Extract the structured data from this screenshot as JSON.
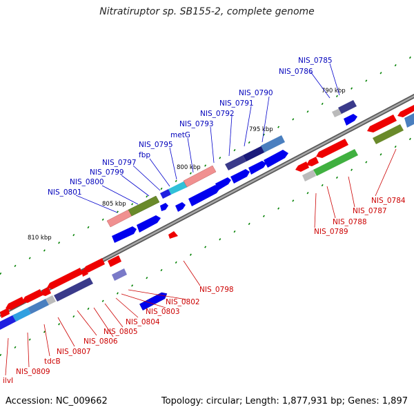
{
  "title": "Nitratiruptor sp. SB155-2, complete genome",
  "footer": {
    "accession": "Accession: NC_009662",
    "summary": "Topology: circular; Length: 1,877,931 bp; Genes: 1,897"
  },
  "colors": {
    "backbone": "#7f7f7f",
    "forward_label": "#0000bb",
    "reverse_label": "#cc0000",
    "tick": "#008000"
  },
  "ticks": [
    {
      "label": "790 kbp",
      "pos": 790
    },
    {
      "label": "795 kbp",
      "pos": 795
    },
    {
      "label": "800 kbp",
      "pos": 800
    },
    {
      "label": "805 kbp",
      "pos": 805
    },
    {
      "label": "810 kbp",
      "pos": 810
    }
  ],
  "forward_labels": [
    "NIS_0785",
    "NIS_0786",
    "NIS_0790",
    "NIS_0791",
    "NIS_0792",
    "NIS_0793",
    "metG",
    "NIS_0795",
    "fbp",
    "NIS_0797",
    "NIS_0799",
    "NIS_0800",
    "NIS_0801"
  ],
  "reverse_labels": [
    "NIS_0784",
    "NIS_0787",
    "NIS_0788",
    "NIS_0789",
    "NIS_0798",
    "NIS_0802",
    "NIS_0803",
    "NIS_0804",
    "NIS_0805",
    "NIS_0806",
    "NIS_0807",
    "tdcB",
    "NIS_0809",
    "ilvI"
  ]
}
